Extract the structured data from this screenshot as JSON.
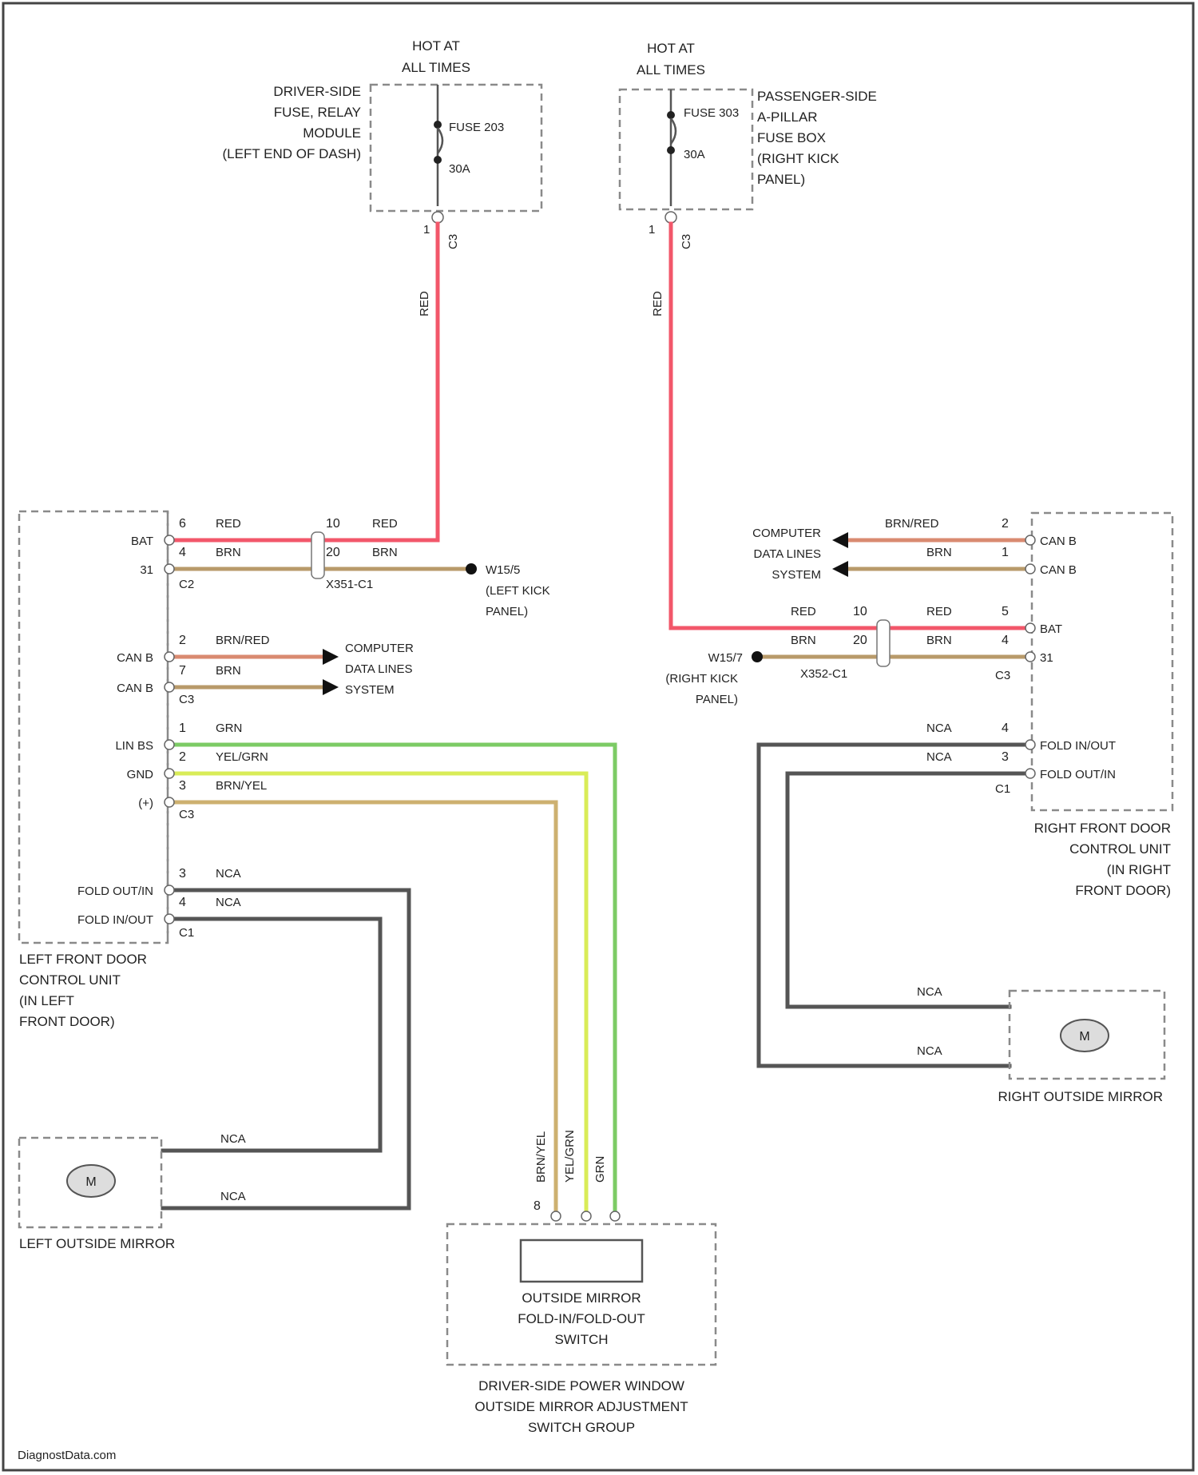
{
  "colors": {
    "RED": "#f2576a",
    "BRN": "#b89a6a",
    "BRN_RED": "#d98a70",
    "GRN": "#7ccb65",
    "YEL_GRN": "#d9ec58",
    "BRN_YEL": "#cdb070",
    "NCA": "#555555",
    "BOX": "#8a8a8a"
  },
  "left_fuse": {
    "hot": [
      "HOT AT",
      "ALL TIMES"
    ],
    "module": [
      "DRIVER-SIDE",
      "FUSE, RELAY",
      "MODULE",
      "(LEFT END OF DASH)"
    ],
    "fuse": "FUSE 203",
    "amps": "30A",
    "pin": "1",
    "conn": "C3",
    "wire": "RED"
  },
  "right_fuse": {
    "hot": [
      "HOT AT",
      "ALL TIMES"
    ],
    "module": [
      "PASSENGER-SIDE",
      "A-PILLAR",
      "FUSE BOX",
      "(RIGHT KICK",
      "PANEL)"
    ],
    "fuse": "FUSE 303",
    "amps": "30A",
    "pin": "1",
    "conn": "C3",
    "wire": "RED"
  },
  "left_unit": {
    "title": [
      "LEFT FRONT DOOR",
      "CONTROL UNIT",
      "(IN LEFT",
      "FRONT DOOR)"
    ],
    "terminals": {
      "bat": "BAT",
      "ground": "31",
      "can_h": "CAN B",
      "can_l": "CAN B",
      "lin": "LIN BS",
      "gnd": "GND",
      "sig": "(+)",
      "fold_out": "FOLD OUT/IN",
      "fold_in": "FOLD IN/OUT"
    },
    "pins": {
      "bat": "6",
      "ground": "4",
      "can_h": "2",
      "can_l": "7",
      "lin": "1",
      "gnd": "2",
      "sig": "3",
      "fold_out": "3",
      "fold_in": "4"
    },
    "conns": {
      "c2": "C2",
      "c3": "C3",
      "c1": "C1"
    },
    "wires": {
      "bat": "RED",
      "ground": "BRN",
      "can_h": "BRN/RED",
      "can_l": "BRN",
      "lin": "GRN",
      "gnd": "YEL/GRN",
      "sig": "BRN/YEL",
      "fold_out": "NCA",
      "fold_in": "NCA"
    },
    "inline": {
      "pin_a": "10",
      "pin_b": "20",
      "wire_a": "RED",
      "wire_b": "BRN",
      "conn": "X351-C1"
    },
    "ground_ref": [
      "W15/5",
      "(LEFT KICK",
      "PANEL)"
    ],
    "data_lines": [
      "COMPUTER",
      "DATA LINES",
      "SYSTEM"
    ]
  },
  "right_unit": {
    "title": [
      "RIGHT FRONT DOOR",
      "CONTROL UNIT",
      "(IN RIGHT",
      "FRONT DOOR)"
    ],
    "terminals": {
      "can_h": "CAN B",
      "can_l": "CAN B",
      "bat": "BAT",
      "ground": "31",
      "fold_out": "FOLD IN/OUT",
      "fold_in": "FOLD OUT/IN"
    },
    "pins": {
      "can_h": "2",
      "can_l": "1",
      "bat": "5",
      "ground": "4",
      "fold_out": "4",
      "fold_in": "3"
    },
    "conns": {
      "c3": "C3",
      "c1": "C1"
    },
    "wires": {
      "can_h": "BRN/RED",
      "can_l": "BRN",
      "bat": "RED",
      "ground": "BRN",
      "fold_out": "NCA",
      "fold_in": "NCA"
    },
    "inline": {
      "pin_a": "10",
      "pin_b": "20",
      "wire_a": "RED",
      "wire_b": "BRN",
      "conn": "X352-C1"
    },
    "ground_ref": [
      "W15/7",
      "(RIGHT KICK",
      "PANEL)"
    ],
    "data_lines": [
      "COMPUTER",
      "DATA LINES",
      "SYSTEM"
    ]
  },
  "left_mirror": {
    "label": "LEFT OUTSIDE MIRROR",
    "motor": "M",
    "wire_a": "NCA",
    "wire_b": "NCA"
  },
  "right_mirror": {
    "label": "RIGHT OUTSIDE MIRROR",
    "motor": "M",
    "wire_a": "NCA",
    "wire_b": "NCA"
  },
  "switch_group": {
    "switch": [
      "OUTSIDE MIRROR",
      "FOLD-IN/FOLD-OUT",
      "SWITCH"
    ],
    "group": [
      "DRIVER-SIDE POWER WINDOW",
      "OUTSIDE MIRROR ADJUSTMENT",
      "SWITCH GROUP"
    ],
    "wire_labels": [
      "BRN/YEL",
      "YEL/GRN",
      "GRN"
    ],
    "pin": "8"
  },
  "footer": "DiagnostData.com"
}
